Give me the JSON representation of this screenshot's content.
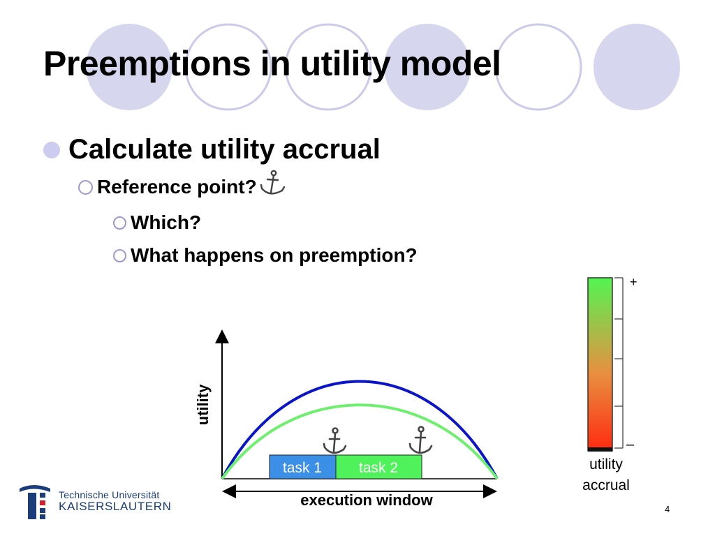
{
  "slide": {
    "title": "Preemptions in utility model",
    "bullets": {
      "level1": "Calculate utility accrual",
      "level2": "Reference point?",
      "level3": [
        "Which?",
        "What happens on preemption?"
      ]
    },
    "page_number": "4"
  },
  "diagram": {
    "y_axis_label": "utility",
    "x_axis_label": "execution window",
    "tasks": [
      {
        "label": "task 1",
        "color": "#3b8fe6"
      },
      {
        "label": "task 2",
        "color": "#4ff25a"
      }
    ],
    "curves": [
      {
        "color": "#0a14c8"
      },
      {
        "color": "#6ef06e"
      }
    ],
    "accrual_bar": {
      "plus_label": "+",
      "minus_label": "–",
      "caption_line1": "utility",
      "caption_line2": "accrual",
      "gradient": [
        "#52f552",
        "#e89040",
        "#ff2a10"
      ]
    },
    "icons": [
      "anchor-icon",
      "anchor-icon",
      "anchor-icon"
    ]
  },
  "logo": {
    "line1": "Technische Universität",
    "line2": "KAISERSLAUTERN",
    "color": "#1b3d7a"
  },
  "colors": {
    "deco_fill": "#d6d6ee",
    "deco_ring": "#cacaea",
    "bullet_fill": "#ccccf0",
    "ring_bullet": "#9a9ad0"
  }
}
